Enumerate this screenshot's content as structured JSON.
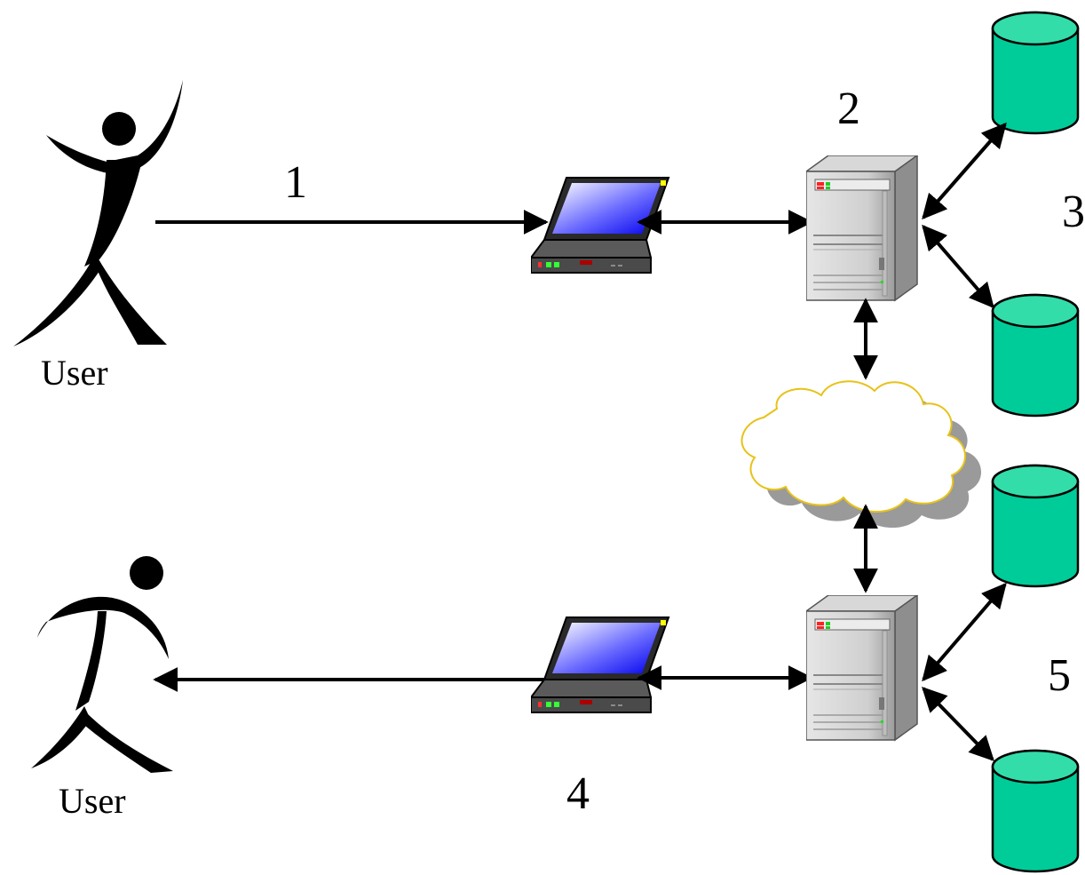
{
  "diagram": {
    "labels": {
      "step1": "1",
      "step2": "2",
      "step3": "3",
      "step4": "4",
      "step5": "5",
      "user_top": "User",
      "user_bottom": "User"
    },
    "icons": {
      "user_top": "stick-figure-arms-raised-icon",
      "user_bottom": "stick-figure-walking-icon",
      "laptop": "laptop-icon",
      "server": "server-tower-icon",
      "cloud": "cloud-icon",
      "database": "database-cylinder-icon"
    },
    "colors": {
      "database_fill": "#00cc99",
      "database_top": "#33ddaa",
      "cloud_outline": "#e8c21a",
      "cloud_shadow": "#9a9a9a",
      "screen_blue": "#1a1aff",
      "arrow": "#000000"
    }
  }
}
